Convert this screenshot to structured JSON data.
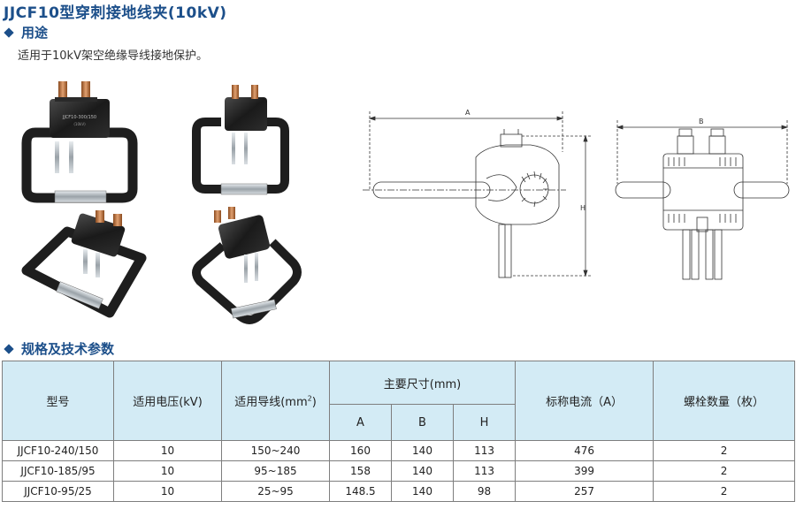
{
  "title": "JJCF10型穿刺接地线夹(10kV)",
  "usage": {
    "heading": "用途",
    "text": "适用于10kV架空绝缘导线接地保护。"
  },
  "photos": {
    "label": "JJCF10-300/150",
    "sublabel": "(10kV)"
  },
  "drawing": {
    "dim_a": "A",
    "dim_b": "B",
    "dim_h": "H"
  },
  "spec": {
    "heading": "规格及技术参数",
    "headers": {
      "model": "型号",
      "voltage": "适用电压(kV)",
      "wire_prefix": "适用导线(mm",
      "wire_sup": "2",
      "wire_suffix": ")",
      "dims": "主要尺寸(mm)",
      "a": "A",
      "b": "B",
      "h": "H",
      "current": "标称电流（A）",
      "bolts": "螺栓数量（枚）"
    },
    "rows": [
      {
        "model": "JJCF10-240/150",
        "voltage": "10",
        "wire": "150~240",
        "a": "160",
        "b": "140",
        "h": "113",
        "current": "476",
        "bolts": "2"
      },
      {
        "model": "JJCF10-185/95",
        "voltage": "10",
        "wire": "95~185",
        "a": "158",
        "b": "140",
        "h": "113",
        "current": "399",
        "bolts": "2"
      },
      {
        "model": "JJCF10-95/25",
        "voltage": "10",
        "wire": "25~95",
        "a": "148.5",
        "b": "140",
        "h": "98",
        "current": "257",
        "bolts": "2"
      }
    ]
  }
}
